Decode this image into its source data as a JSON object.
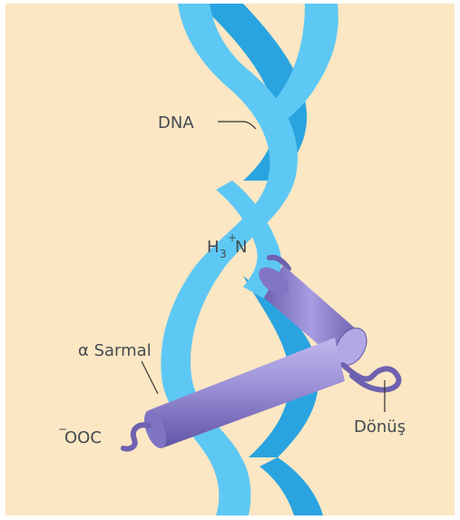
{
  "diagram": {
    "labels": {
      "dna": "DNA",
      "n_terminus_h": "H",
      "n_terminus_sub": "3",
      "n_terminus_sup": "+",
      "n_terminus_n": "N",
      "alpha_helix": "α Sarmal",
      "c_terminus_sup": "−",
      "c_terminus": "OOC",
      "turn": "Dönüş"
    },
    "colors": {
      "background": "#fbe7c3",
      "dna_front": "#5ec8f4",
      "dna_back": "#2aa4e0",
      "helix_body": "#9b8fd6",
      "helix_shade": "#6e62b0",
      "helix_end": "#b3a8e6",
      "label_text": "#444a52",
      "leader_line": "#333333"
    }
  }
}
